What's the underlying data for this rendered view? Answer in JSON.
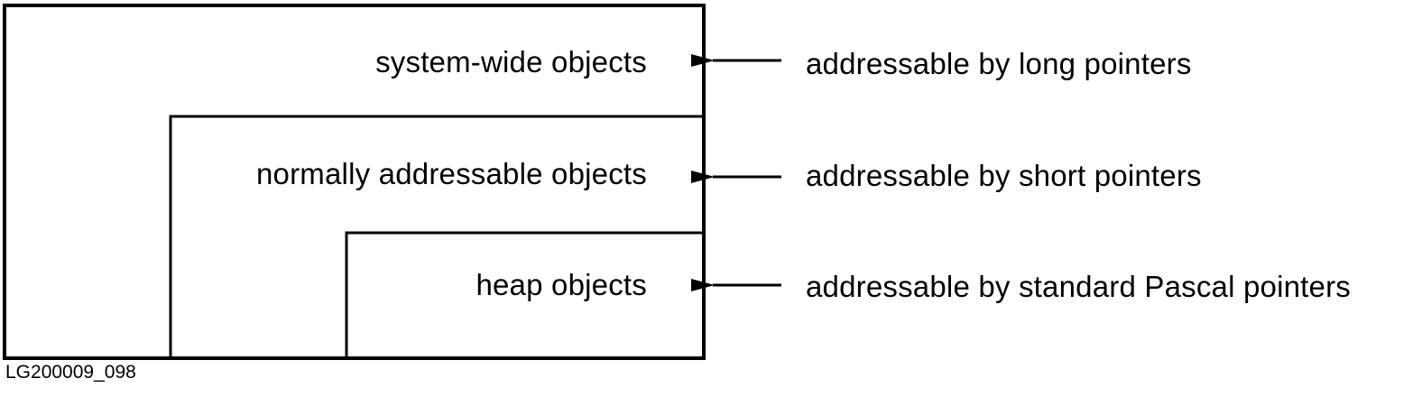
{
  "regions": [
    {
      "object_label": "system-wide objects",
      "addressing_label": "addressable by long pointers"
    },
    {
      "object_label": "normally addressable objects",
      "addressing_label": "addressable by short pointers"
    },
    {
      "object_label": "heap objects",
      "addressing_label": "addressable by standard Pascal pointers"
    }
  ],
  "figure_id": "LG200009_098",
  "colors": {
    "ink": "#000000",
    "paper": "#ffffff"
  }
}
